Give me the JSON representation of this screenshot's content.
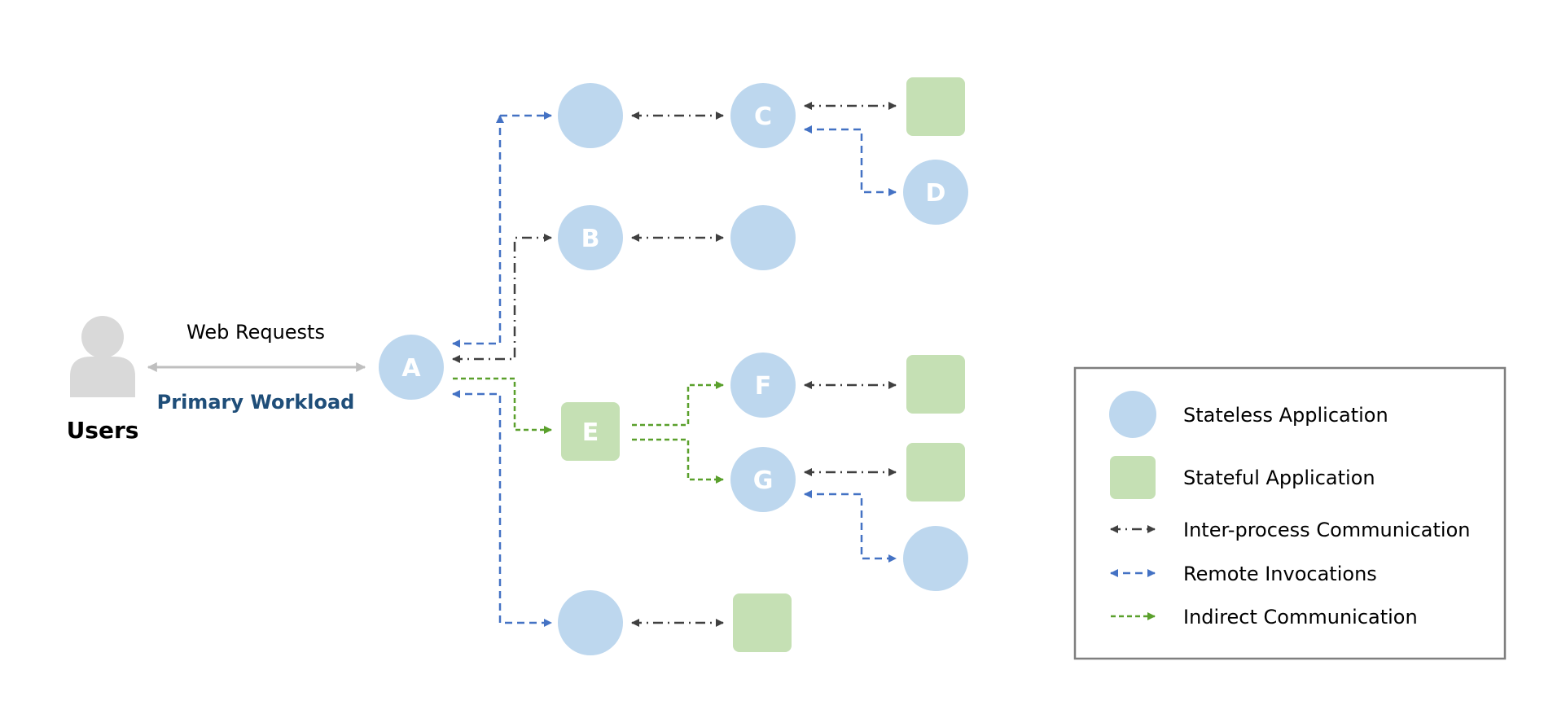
{
  "users": {
    "label": "Users"
  },
  "edge_labels": {
    "web_requests": "Web Requests",
    "primary_workload": "Primary Workload"
  },
  "nodes": {
    "A": "A",
    "B": "B",
    "C": "C",
    "D": "D",
    "E": "E",
    "F": "F",
    "G": "G"
  },
  "legend": {
    "stateless": "Stateless Application",
    "stateful": "Stateful Application",
    "ipc": "Inter-process Communication",
    "remote": "Remote Invocations",
    "indirect": "Indirect Communication"
  },
  "colors": {
    "stateless_fill": "#bdd7ee",
    "stateful_fill": "#c5e0b4",
    "ipc_line": "#404040",
    "remote_line": "#4472c4",
    "indirect_line": "#5aa02c",
    "user_icon": "#d9d9d9",
    "web_line": "#bfbfbf",
    "legend_border": "#7f7f7f"
  }
}
